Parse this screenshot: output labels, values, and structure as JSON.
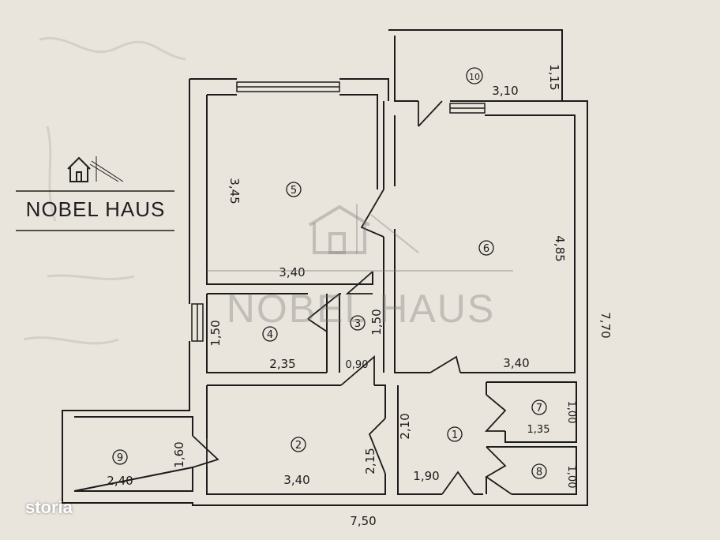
{
  "brand": {
    "name": "NOBEL  HAUS",
    "watermark": "NOBEL HAUS",
    "site": "storia"
  },
  "rooms": [
    {
      "id": "r1",
      "number": "1"
    },
    {
      "id": "r2",
      "number": "2"
    },
    {
      "id": "r3",
      "number": "3"
    },
    {
      "id": "r4",
      "number": "4"
    },
    {
      "id": "r5",
      "number": "5"
    },
    {
      "id": "r6",
      "number": "6"
    },
    {
      "id": "r7",
      "number": "7"
    },
    {
      "id": "r8",
      "number": "8"
    },
    {
      "id": "r9",
      "number": "9"
    },
    {
      "id": "r10",
      "number": "10"
    }
  ],
  "dimensions": {
    "room5_height": "3,45",
    "room5_width": "3,40",
    "room6_height": "4,85",
    "room6_width": "3,40",
    "room10_width": "3,10",
    "room10_height": "1,15",
    "room4_height": "1,50",
    "room4_width": "2,35",
    "room3_height": "1,50",
    "room3_width": "0,90",
    "room2_width": "3,40",
    "room2_height": "2,15",
    "room9_width": "2,40",
    "room9_height": "1,60",
    "room1_height": "2,10",
    "room1_width": "1,90",
    "room7_width": "1,35",
    "room7_height": "1,00",
    "room8_height": "1,00",
    "total_height": "7,70",
    "total_width": "7,50"
  },
  "colors": {
    "paper": "#e9e4dc",
    "ink": "#1c1c1c"
  }
}
